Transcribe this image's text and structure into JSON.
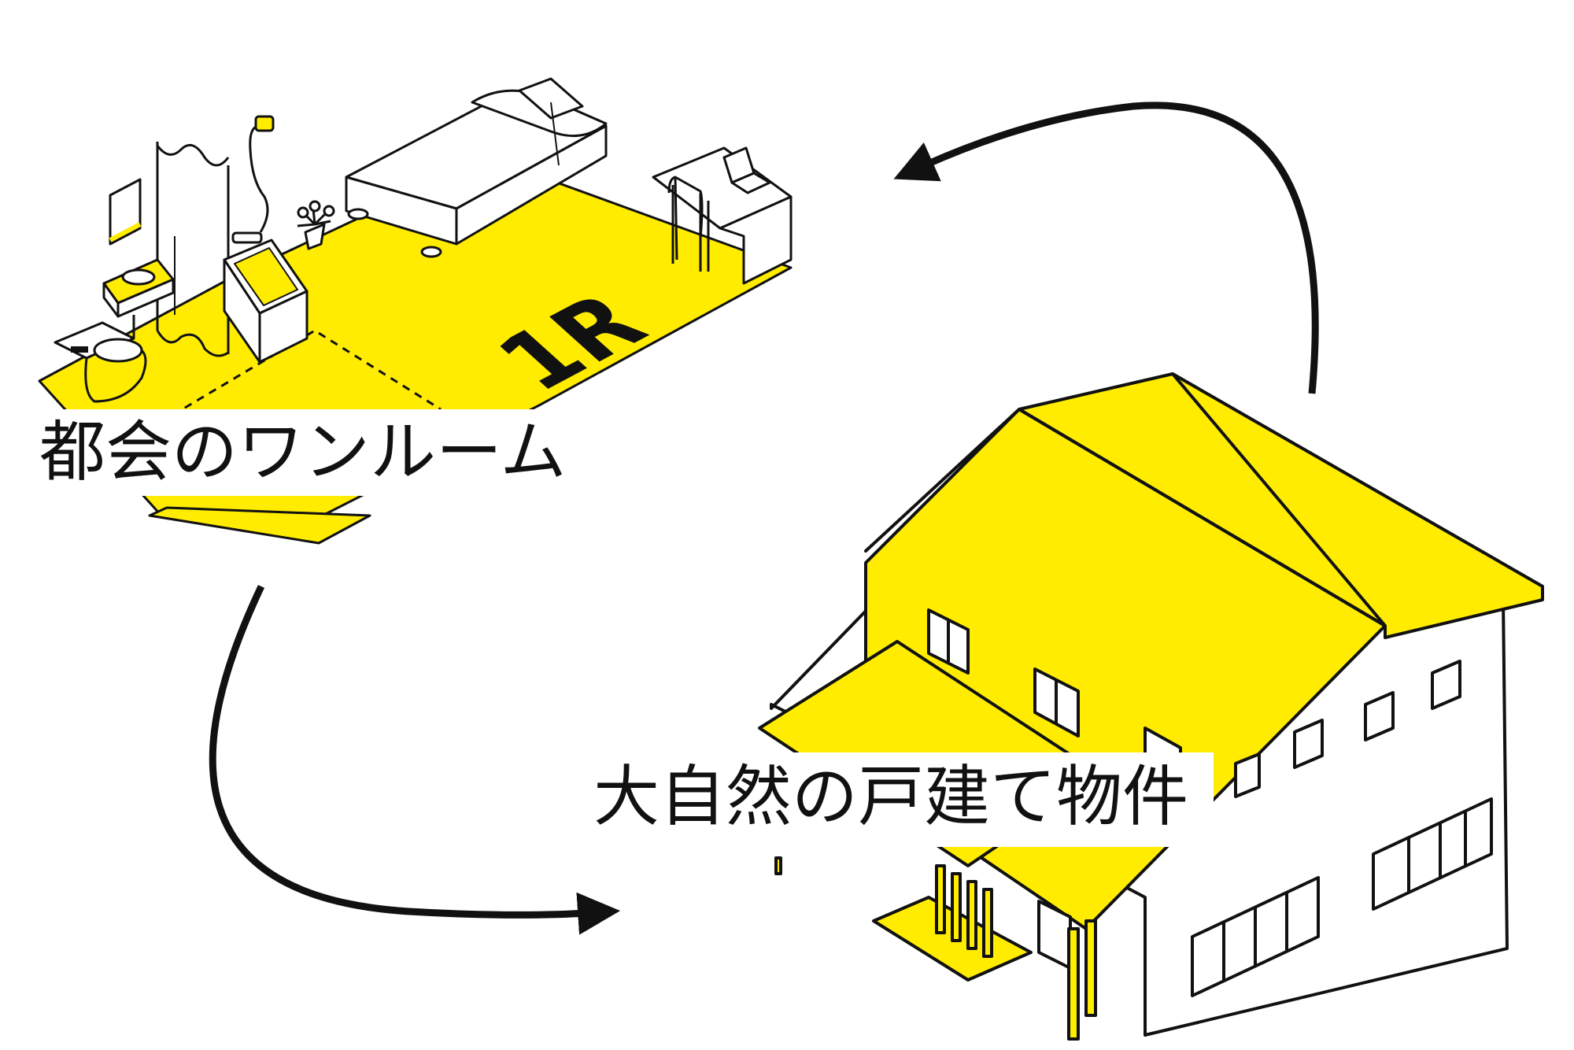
{
  "colors": {
    "accent": "#ffec00",
    "line": "#111111",
    "background": "#ffffff"
  },
  "room": {
    "floor_mark": "1R",
    "label": "都会のワンルーム"
  },
  "house": {
    "label": "大自然の戸建て物件"
  },
  "icons": [
    "curved-arrow-icon",
    "bed-icon",
    "desk-icon",
    "laptop-icon",
    "chair-icon",
    "plant-icon",
    "bathtub-icon",
    "shower-icon",
    "sink-icon",
    "toilet-icon",
    "mirror-icon",
    "curtain-icon",
    "house-icon"
  ]
}
